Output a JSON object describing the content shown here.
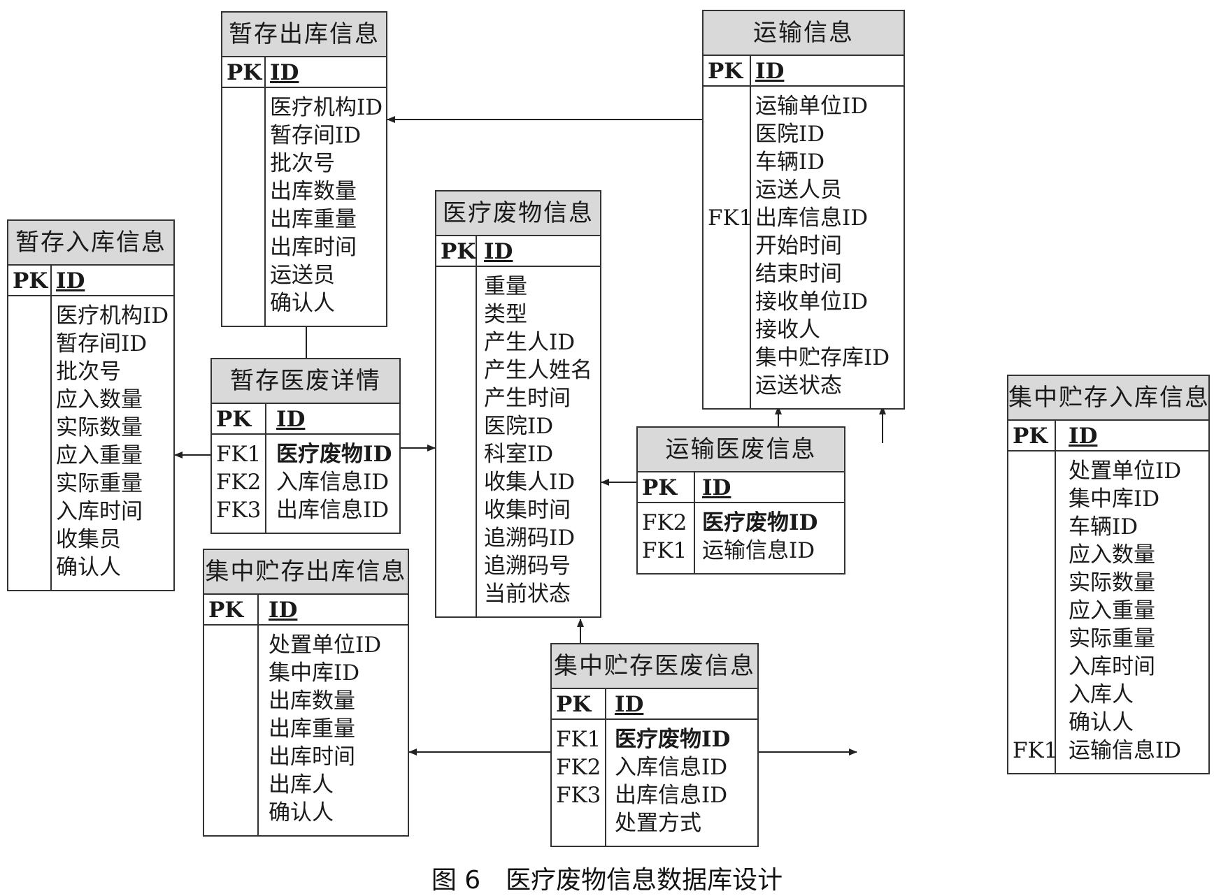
{
  "entities": [
    {
      "id": "temp_out",
      "name": "暂存出库信息",
      "pk_key": "PK",
      "pk": "ID",
      "fields": [
        [
          "",
          "医疗机构ID"
        ],
        [
          "",
          "暂存间ID"
        ],
        [
          "",
          "批次号"
        ],
        [
          "",
          "出库数量"
        ],
        [
          "",
          "出库重量"
        ],
        [
          "",
          "出库时间"
        ],
        [
          "",
          "运送员"
        ],
        [
          "",
          "确认人"
        ]
      ]
    },
    {
      "id": "transport",
      "name": "运输信息",
      "pk_key": "PK",
      "pk": "ID",
      "fields": [
        [
          "",
          "运输单位ID"
        ],
        [
          "",
          "医院ID"
        ],
        [
          "",
          "车辆ID"
        ],
        [
          "",
          "运送人员"
        ],
        [
          "FK1",
          "出库信息ID"
        ],
        [
          "",
          "开始时间"
        ],
        [
          "",
          "结束时间"
        ],
        [
          "",
          "接收单位ID"
        ],
        [
          "",
          "接收人"
        ],
        [
          "",
          "集中贮存库ID"
        ],
        [
          "",
          "运送状态"
        ]
      ]
    },
    {
      "id": "temp_in",
      "name": "暂存入库信息",
      "pk_key": "PK",
      "pk": "ID",
      "fields": [
        [
          "",
          "医疗机构ID"
        ],
        [
          "",
          "暂存间ID"
        ],
        [
          "",
          "批次号"
        ],
        [
          "",
          "应入数量"
        ],
        [
          "",
          "实际数量"
        ],
        [
          "",
          "应入重量"
        ],
        [
          "",
          "实际重量"
        ],
        [
          "",
          "入库时间"
        ],
        [
          "",
          "收集员"
        ],
        [
          "",
          "确认人"
        ]
      ]
    },
    {
      "id": "waste",
      "name": "医疗废物信息",
      "pk_key": "PK",
      "pk": "ID",
      "fields": [
        [
          "",
          "重量"
        ],
        [
          "",
          "类型"
        ],
        [
          "",
          "产生人ID"
        ],
        [
          "",
          "产生人姓名"
        ],
        [
          "",
          "产生时间"
        ],
        [
          "",
          "医院ID"
        ],
        [
          "",
          "科室ID"
        ],
        [
          "",
          "收集人ID"
        ],
        [
          "",
          "收集时间"
        ],
        [
          "",
          "追溯码ID"
        ],
        [
          "",
          "追溯码号"
        ],
        [
          "",
          "当前状态"
        ]
      ]
    },
    {
      "id": "temp_detail",
      "name": "暂存医废详情",
      "pk_key": "PK",
      "pk": "ID",
      "fields": [
        [
          "FK1",
          "医疗废物ID",
          true
        ],
        [
          "FK2",
          "入库信息ID"
        ],
        [
          "FK3",
          "出库信息ID"
        ]
      ]
    },
    {
      "id": "trans_waste",
      "name": "运输医废信息",
      "pk_key": "PK",
      "pk": "ID",
      "fields": [
        [
          "FK2",
          "医疗废物ID",
          true
        ],
        [
          "FK1",
          "运输信息ID"
        ]
      ]
    },
    {
      "id": "central_out",
      "name": "集中贮存出库信息",
      "pk_key": "PK",
      "pk": "ID",
      "fields": [
        [
          "",
          "处置单位ID"
        ],
        [
          "",
          "集中库ID"
        ],
        [
          "",
          "出库数量"
        ],
        [
          "",
          "出库重量"
        ],
        [
          "",
          "出库时间"
        ],
        [
          "",
          "出库人"
        ],
        [
          "",
          "确认人"
        ]
      ]
    },
    {
      "id": "central_waste",
      "name": "集中贮存医废信息",
      "pk_key": "PK",
      "pk": "ID",
      "fields": [
        [
          "FK1",
          "医疗废物ID",
          true
        ],
        [
          "FK2",
          "入库信息ID"
        ],
        [
          "FK3",
          "出库信息ID"
        ],
        [
          "",
          "处置方式"
        ]
      ]
    },
    {
      "id": "central_in",
      "name": "集中贮存入库信息",
      "pk_key": "PK",
      "pk": "ID",
      "fields": [
        [
          "",
          "处置单位ID"
        ],
        [
          "",
          "集中库ID"
        ],
        [
          "",
          "车辆ID"
        ],
        [
          "",
          "应入数量"
        ],
        [
          "",
          "实际数量"
        ],
        [
          "",
          "应入重量"
        ],
        [
          "",
          "实际重量"
        ],
        [
          "",
          "入库时间"
        ],
        [
          "",
          "入库人"
        ],
        [
          "",
          "确认人"
        ],
        [
          "FK1",
          "运输信息ID"
        ]
      ]
    }
  ],
  "caption": "图 6　医疗废物信息数据库设计"
}
